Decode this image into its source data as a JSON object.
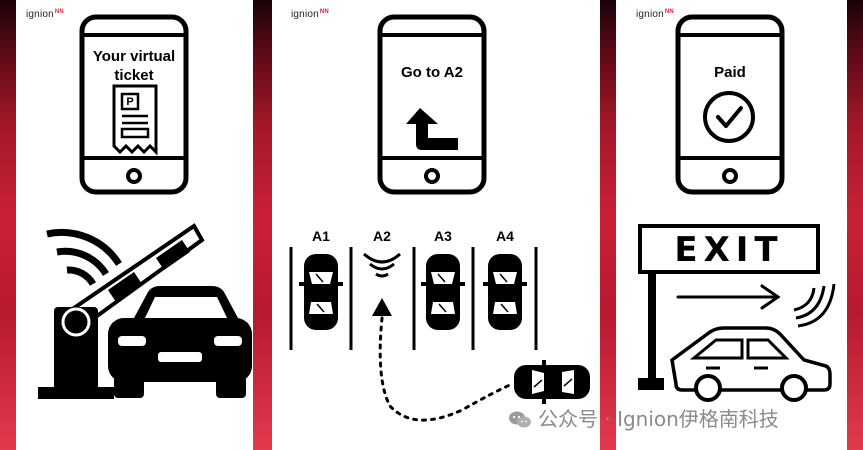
{
  "brand": {
    "logo_text": "ignion",
    "logo_mark": "NN"
  },
  "panels": [
    {
      "phone_text": "Your virtual ticket",
      "ticket_icon_letter": "P"
    },
    {
      "phone_text": "Go to A2",
      "slots": [
        "A1",
        "A2",
        "A3",
        "A4"
      ]
    },
    {
      "phone_text": "Paid",
      "exit_sign": "EXIT"
    }
  ],
  "watermark": {
    "text": "公众号 · Ignion伊格南科技",
    "icon": "wechat-icon"
  },
  "colors": {
    "frame": "#c92037",
    "accent": "#d0223a",
    "ink": "#000000"
  }
}
